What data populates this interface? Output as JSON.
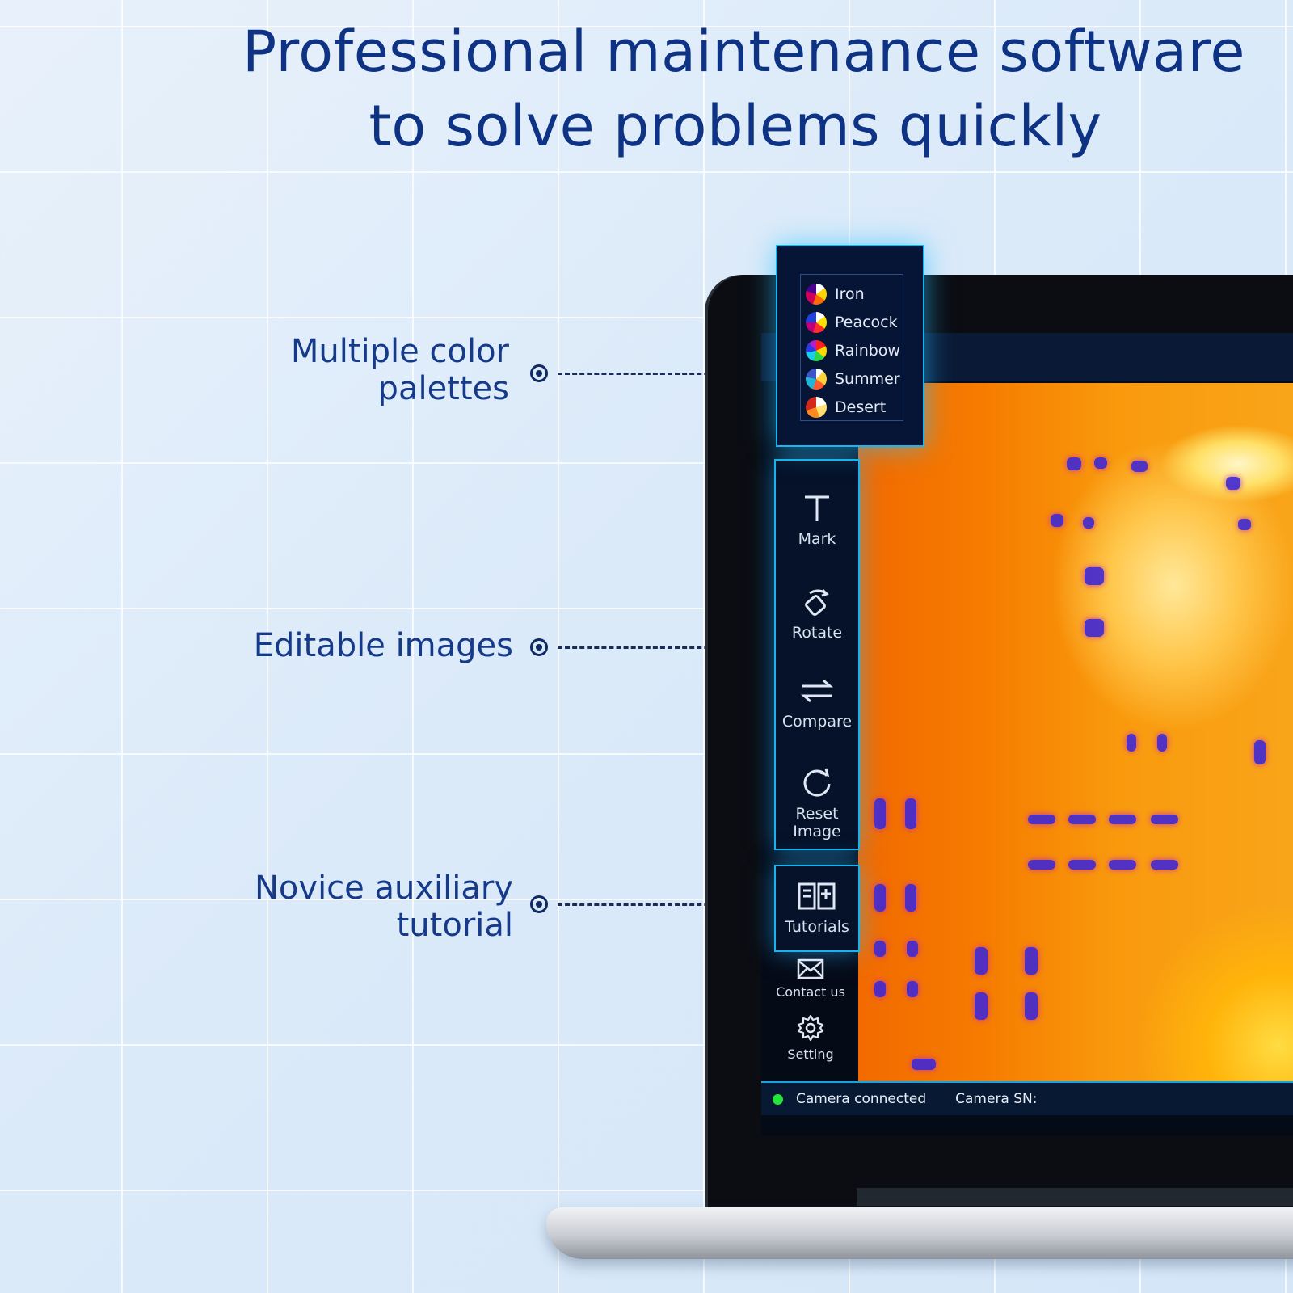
{
  "headline": {
    "line1": "Professional maintenance software",
    "line2": "to solve problems quickly"
  },
  "features": [
    {
      "line1": "Multiple color",
      "line2": "palettes"
    },
    {
      "line1": "Editable images",
      "line2": ""
    },
    {
      "line1": "Novice auxiliary",
      "line2": "tutorial"
    }
  ],
  "palettes": [
    {
      "label": "Iron"
    },
    {
      "label": "Peacock"
    },
    {
      "label": "Rainbow"
    },
    {
      "label": "Summer"
    },
    {
      "label": "Desert"
    }
  ],
  "tools": [
    {
      "label": "Mark",
      "icon": "text-t-icon"
    },
    {
      "label": "Rotate",
      "icon": "rotate-icon"
    },
    {
      "label": "Compare",
      "icon": "swap-arrows-icon"
    },
    {
      "label": "Reset Image",
      "icon": "refresh-icon"
    }
  ],
  "tutorial": {
    "label": "Tutorials",
    "icon": "book-plus-icon"
  },
  "side_bottom": [
    {
      "label": "Contact us",
      "icon": "mail-icon"
    },
    {
      "label": "Setting",
      "icon": "gear-icon"
    }
  ],
  "status": {
    "connection": "Camera connected",
    "sn_label": "Camera SN:",
    "led_color": "#22e53a"
  },
  "colors": {
    "headline": "#0f3384",
    "accent_border": "#18b4ef",
    "panel_bg": "#051229"
  }
}
